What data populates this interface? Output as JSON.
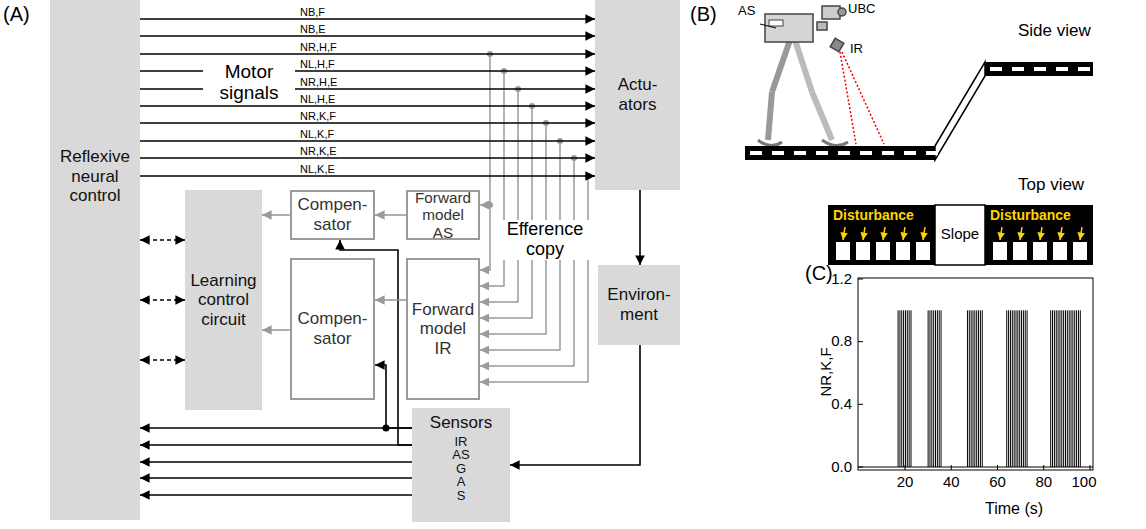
{
  "diagram": {
    "nodes": [
      {
        "text": [
          "Reflexive neural control"
        ]
      },
      {
        "text": [
          "Actu- ators"
        ]
      },
      {
        "text": [
          "Environ- ment"
        ]
      },
      {
        "text": [
          "Learning control circuit"
        ]
      },
      {
        "text": [
          "Compen- sator"
        ]
      },
      {
        "text": [
          "Forward model AS"
        ]
      },
      {
        "text": [
          "Compen- sator"
        ]
      },
      {
        "text": [
          "Forward model IR"
        ]
      },
      {
        "text": [
          "Sensors",
          "IR AS G A S"
        ]
      }
    ],
    "edges": [
      {
        "from": 0,
        "to": 1,
        "arrow": "to",
        "label": "NB,F"
      },
      {
        "from": 0,
        "to": 1,
        "arrow": "to",
        "label": "NB,E"
      },
      {
        "from": 0,
        "to": 1,
        "arrow": "to",
        "label": "NR,H,F"
      },
      {
        "from": 0,
        "to": 1,
        "arrow": "to",
        "label": "NL,H,F"
      },
      {
        "from": 0,
        "to": 1,
        "arrow": "to",
        "label": "NR,H,E"
      },
      {
        "from": 0,
        "to": 1,
        "arrow": "to",
        "label": "NL,H,E"
      },
      {
        "from": 0,
        "to": 1,
        "arrow": "to",
        "label": "NR,K,F"
      },
      {
        "from": 0,
        "to": 1,
        "arrow": "to",
        "label": "NL,K,F"
      },
      {
        "from": 0,
        "to": 1,
        "arrow": "to",
        "label": "NR,K,E"
      },
      {
        "from": 0,
        "to": 1,
        "arrow": "to",
        "label": "NL,K,E"
      },
      {
        "from": 1,
        "to": 2,
        "arrow": "to"
      },
      {
        "from": 2,
        "to": 8,
        "arrow": "to"
      },
      {
        "from": 8,
        "to": 0,
        "arrow": "to"
      },
      {
        "from": 8,
        "to": 0,
        "arrow": "to"
      },
      {
        "from": 8,
        "to": 0,
        "arrow": "to"
      },
      {
        "from": 8,
        "to": 0,
        "arrow": "to"
      },
      {
        "from": 8,
        "to": 0,
        "arrow": "to"
      },
      {
        "from": 8,
        "to": 6,
        "arrow": "to"
      },
      {
        "from": 8,
        "to": 4,
        "arrow": "to"
      },
      {
        "from": 5,
        "to": 4,
        "arrow": "to"
      },
      {
        "from": 7,
        "to": 6,
        "arrow": "to"
      },
      {
        "from": 4,
        "to": 3,
        "arrow": "to"
      },
      {
        "from": 6,
        "to": 3,
        "arrow": "to"
      },
      {
        "from": 3,
        "to": 0,
        "arrow": "both"
      },
      {
        "from": 3,
        "to": 0,
        "arrow": "both"
      },
      {
        "from": 3,
        "to": 0,
        "arrow": "both"
      }
    ],
    "labels": [
      "(A)",
      "Motor signals",
      "Efference copy",
      "(B)",
      "AS",
      "UBC",
      "IR",
      "Side view",
      "Top view",
      "Disturbance",
      "Slope",
      "Disturbance",
      "(C)",
      "1.2",
      "0.8",
      "0.4",
      "0.0",
      "20",
      "40",
      "60",
      "80",
      "100",
      "Time (s)",
      "NR,K,F"
    ]
  }
}
